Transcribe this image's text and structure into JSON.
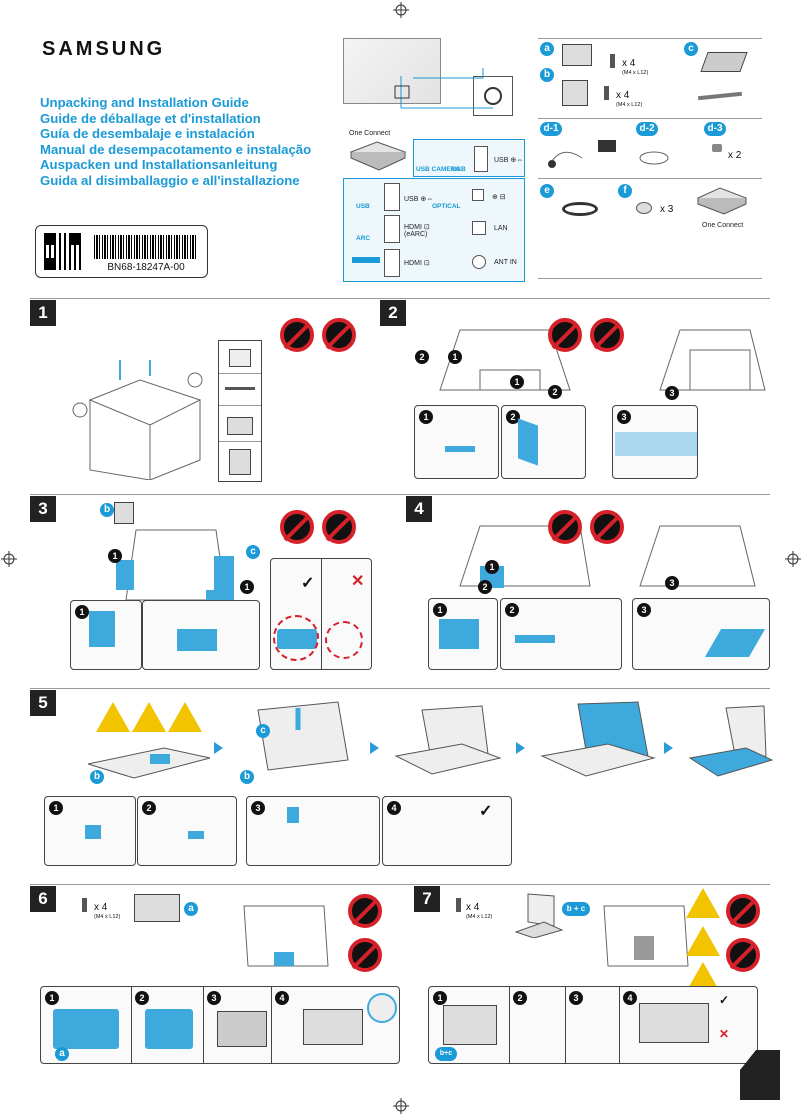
{
  "header": {
    "brand": "SAMSUNG",
    "titles": [
      "Unpacking and Installation Guide",
      "Guide de déballage et d'installation",
      "Guía de desembalaje e instalación",
      "Manual de desempacotamento e instalação",
      "Auspacken und Installationsanleitung",
      "Guida al disimballaggio e all'installazione"
    ],
    "part_number": "BN68-18247A-00"
  },
  "connection": {
    "one_connect_label": "One Connect",
    "top_ports": {
      "usb_camera": "USB CAMERA",
      "usb": "USB",
      "usb_right": "USB ⊕⇔"
    },
    "ports": [
      {
        "left": "USB",
        "mid": "USB ⊕⇔"
      },
      {
        "left": "OPTICAL",
        "mid": "⊕ ⊟"
      },
      {
        "left": "ARC",
        "mid": "HDMI ⊡ (eARC)",
        "right": "LAN"
      },
      {
        "left": "",
        "mid": "HDMI ⊡",
        "right": "ANT IN"
      }
    ]
  },
  "parts": {
    "a": {
      "badge": "a",
      "qty": "x 4",
      "spec": "(M4 x L12)"
    },
    "b": {
      "badge": "b",
      "qty": "x 4",
      "spec": "(M4 x L12)"
    },
    "c": {
      "badge": "c"
    },
    "d1": {
      "badge": "d-1"
    },
    "d2": {
      "badge": "d-2"
    },
    "d3": {
      "badge": "d-3",
      "qty": "x 2"
    },
    "e": {
      "badge": "e"
    },
    "f": {
      "badge": "f",
      "qty": "x 3"
    },
    "oc": {
      "label": "One Connect"
    }
  },
  "steps": {
    "s1": "1",
    "s2": "2",
    "s3": "3",
    "s4": "4",
    "s5": "5",
    "s6": "6",
    "s7": "7",
    "step6_qty": "x 4",
    "step6_spec": "(M4 x L12)",
    "step7_qty": "x 4",
    "step7_spec": "(M4 x L12)",
    "step7_badge": "b + c"
  },
  "colors": {
    "accent": "#1a9ad6",
    "prohibit": "#d6202a",
    "warning": "#f2c400"
  }
}
